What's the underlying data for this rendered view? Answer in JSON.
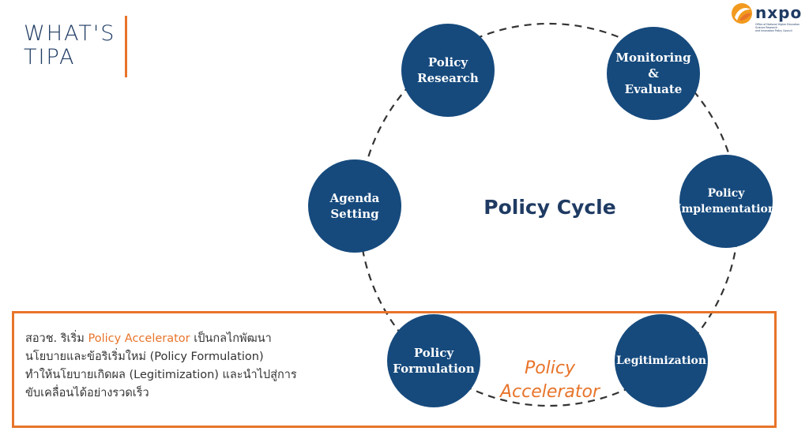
{
  "header": {
    "title_line1": "WHAT'S",
    "title_line2": "TIPA"
  },
  "logo": {
    "wordmark": "nxpo",
    "subtitle_line1": "Office of National Higher Education",
    "subtitle_line2": "Science Research",
    "subtitle_line3": "and Innovation Policy Council",
    "icon": "nxpo-swirl-logo"
  },
  "diagram": {
    "center_label": "Policy Cycle",
    "nodes": [
      {
        "id": "policy-research",
        "lines": [
          "Policy",
          "Research"
        ]
      },
      {
        "id": "monitoring-evaluate",
        "lines": [
          "Monitoring",
          "&",
          "Evaluate"
        ]
      },
      {
        "id": "policy-implementation",
        "lines": [
          "Policy",
          "Implementation"
        ]
      },
      {
        "id": "legitimization",
        "lines": [
          "Legitimization"
        ]
      },
      {
        "id": "policy-formulation",
        "lines": [
          "Policy",
          "Formulation"
        ]
      },
      {
        "id": "agenda-setting",
        "lines": [
          "Agenda",
          "Setting"
        ]
      }
    ]
  },
  "accelerator": {
    "description_line1_pre": "สอวช. ริเริ่ม ",
    "description_line1_highlight": "Policy Accelerator",
    "description_line1_post": " เป็นกลไกพัฒนา",
    "description_line2": "นโยบายและข้อริเริ่มใหม่ (Policy Formulation)",
    "description_line3": "ทำให้นโยบายเกิดผล (Legitimization) และนำไปสู่การ",
    "description_line4": "ขับเคลื่อนได้อย่างรวดเร็ว",
    "label_line1": "Policy",
    "label_line2": "Accelerator"
  },
  "colors": {
    "node_fill": "#164a7d",
    "accent_orange": "#e8742a",
    "title_navy": "#1f3b63"
  }
}
